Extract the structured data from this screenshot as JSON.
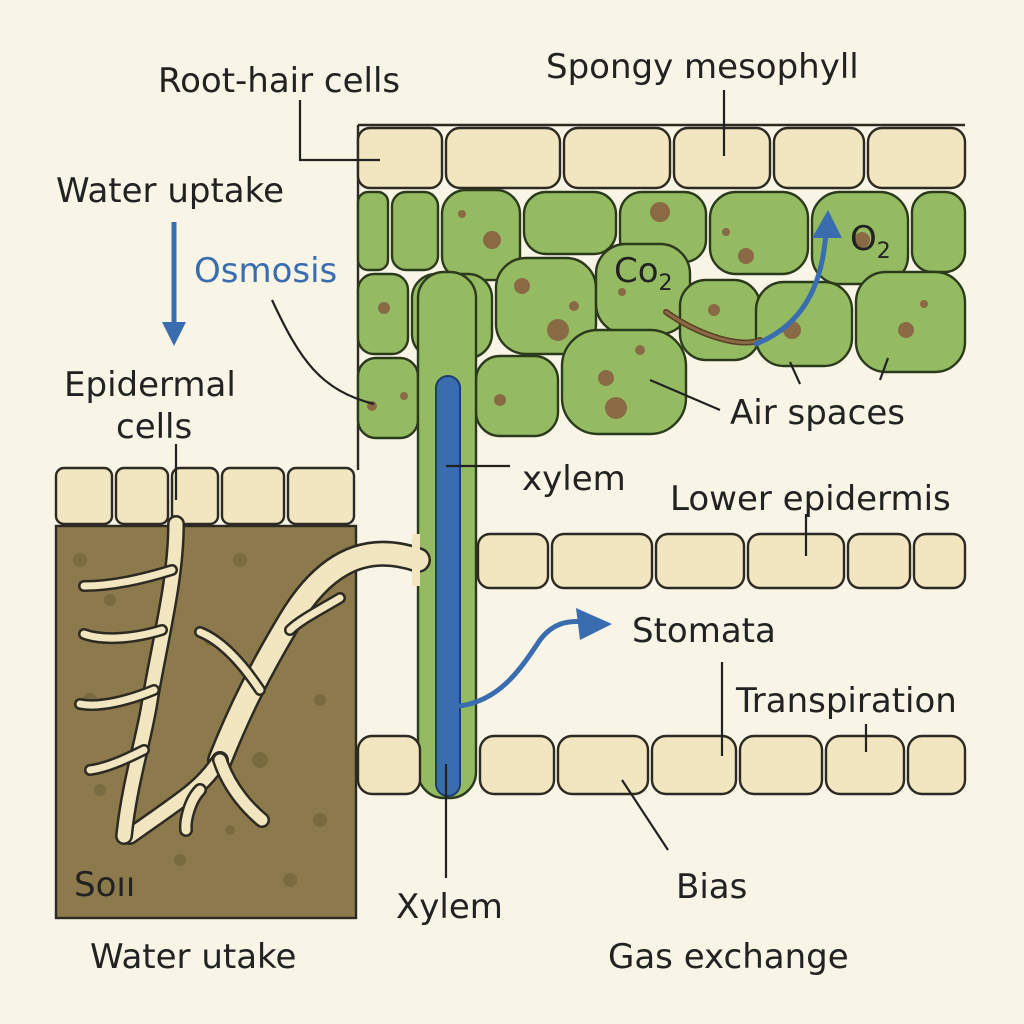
{
  "labels": {
    "root_hair_cells": "Root-hair cells",
    "spongy_mesophyll": "Spongy mesophyll",
    "water_uptake_top": "Water uptake",
    "osmosis": "Osmosis",
    "epidermal_line1": "Epidermal",
    "epidermal_line2": "cells",
    "co2_main": "Co",
    "co2_sub": "2",
    "o2_main": "O",
    "o2_sub": "2",
    "air_spaces": "Air spaces",
    "xylem_upper": "xylem",
    "lower_epidermis": "Lower epidermis",
    "stomata": "Stomata",
    "transpiration": "Transpiration",
    "soil": "Soıı",
    "xylem_lower": "Xylem",
    "bias": "Bias",
    "water_utake": "Water utake",
    "gas_exchange": "Gas exchange"
  },
  "colors": {
    "background": "#f8f4e6",
    "epidermis": "#f1e6bf",
    "mesophyll": "#95bb62",
    "soil": "#8c7a4c",
    "arrow_blue": "#3a6db0",
    "co2_arrow": "#8a6a44"
  },
  "icons": {
    "water_flow": "down-arrow-icon",
    "gas_flow": "curved-arrow-icon"
  }
}
